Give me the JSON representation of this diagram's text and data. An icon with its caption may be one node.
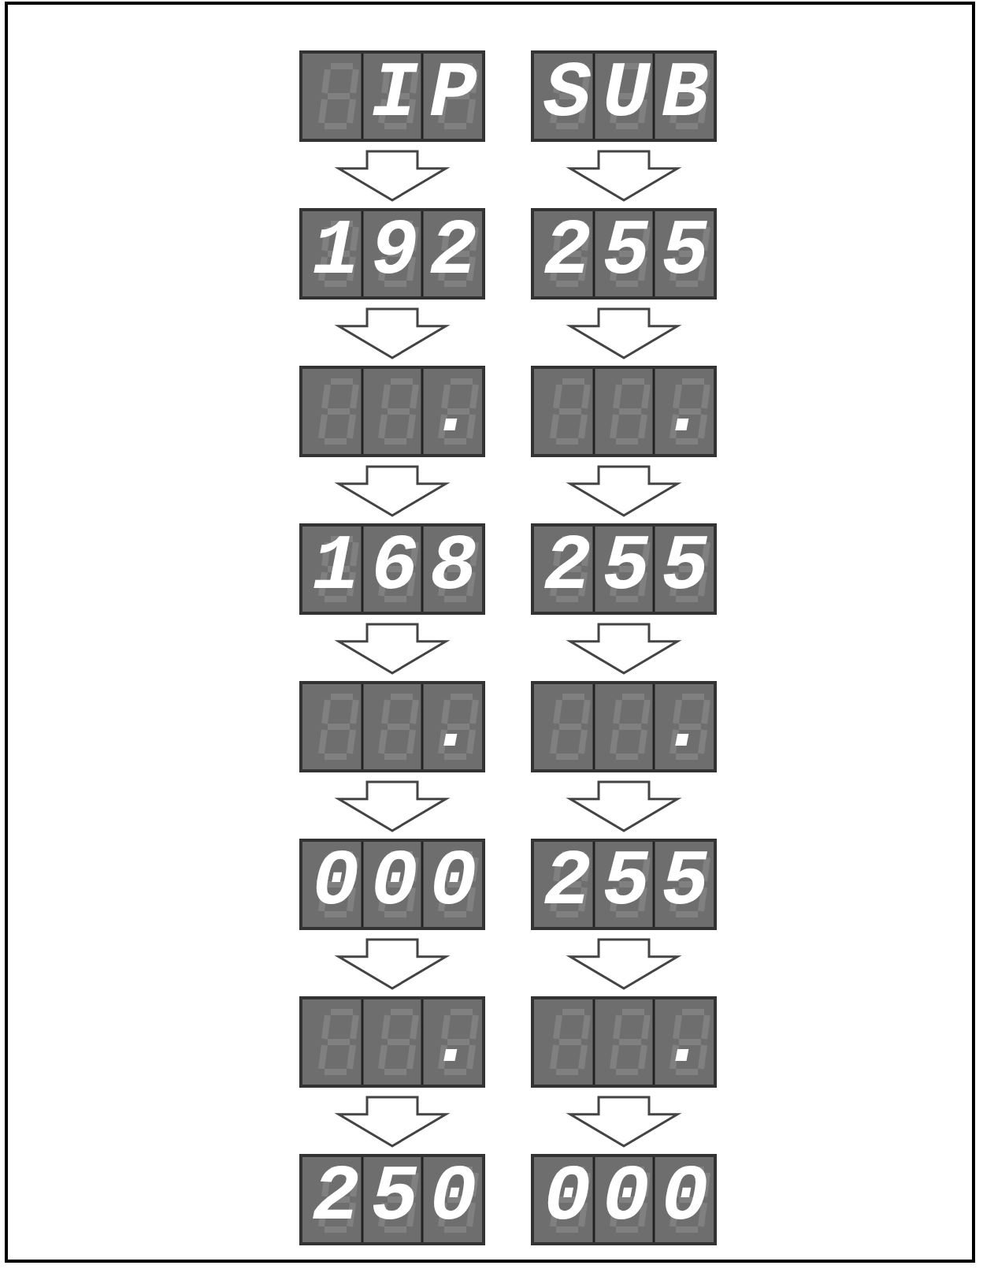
{
  "diagram": {
    "nodes": [
      {
        "text": [
          "IP"
        ]
      },
      {
        "text": [
          "SUB"
        ]
      },
      {
        "text": [
          "192"
        ]
      },
      {
        "text": [
          "255"
        ]
      },
      {
        "text": [
          "."
        ]
      },
      {
        "text": [
          "."
        ]
      },
      {
        "text": [
          "168"
        ]
      },
      {
        "text": [
          "255"
        ]
      },
      {
        "text": [
          "."
        ]
      },
      {
        "text": [
          "."
        ]
      },
      {
        "text": [
          "000"
        ]
      },
      {
        "text": [
          "255"
        ]
      },
      {
        "text": [
          "."
        ]
      },
      {
        "text": [
          "."
        ]
      },
      {
        "text": [
          "250"
        ]
      },
      {
        "text": [
          "000"
        ]
      }
    ],
    "edges": [
      {
        "from": 0,
        "to": 2,
        "arrow": "to"
      },
      {
        "from": 1,
        "to": 3,
        "arrow": "to"
      },
      {
        "from": 2,
        "to": 4,
        "arrow": "to"
      },
      {
        "from": 3,
        "to": 5,
        "arrow": "to"
      },
      {
        "from": 4,
        "to": 6,
        "arrow": "to"
      },
      {
        "from": 5,
        "to": 7,
        "arrow": "to"
      },
      {
        "from": 6,
        "to": 8,
        "arrow": "to"
      },
      {
        "from": 7,
        "to": 9,
        "arrow": "to"
      },
      {
        "from": 8,
        "to": 10,
        "arrow": "to"
      },
      {
        "from": 9,
        "to": 11,
        "arrow": "to"
      },
      {
        "from": 10,
        "to": 12,
        "arrow": "to"
      },
      {
        "from": 11,
        "to": 13,
        "arrow": "to"
      },
      {
        "from": 12,
        "to": 14,
        "arrow": "to"
      },
      {
        "from": 13,
        "to": 15,
        "arrow": "to"
      }
    ]
  }
}
